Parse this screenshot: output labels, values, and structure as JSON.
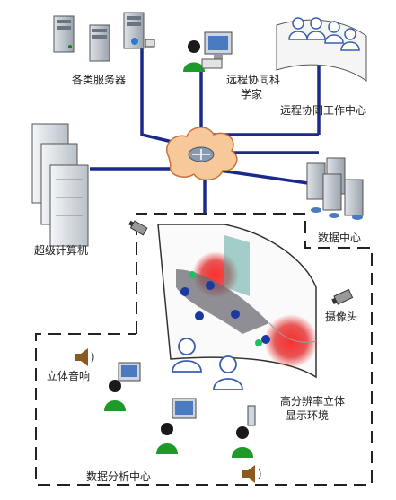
{
  "nodes": {
    "servers": "各类服务器",
    "remote_scientist": [
      "远程协同科",
      "学家"
    ],
    "remote_center": "远程协同工作中心",
    "supercomputer": "超级计算机",
    "data_center": "数据中心",
    "camera": "摄像头",
    "stereo_audio": "立体音响",
    "hires_display": [
      "高分辨率立体",
      "显示环境"
    ],
    "analysis_center": "数据分析中心"
  },
  "colors": {
    "link": "#1b2a8a",
    "cloud_fill": "#f7c89a",
    "cloud_stroke": "#c8733a",
    "dashed_border": "#222222",
    "person_green": "#1e9a2a",
    "person_outline": "#3a5fb0"
  }
}
